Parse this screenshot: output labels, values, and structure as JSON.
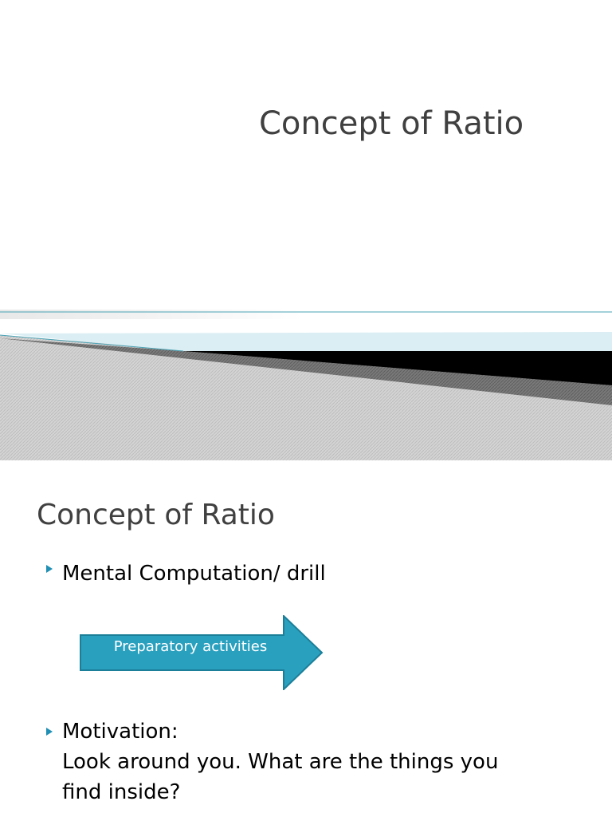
{
  "slide1": {
    "title": "Concept of Ratio",
    "colors": {
      "accent_line": "#4aa3b5",
      "light_band": "#dbeef3",
      "dark_band": "#000000",
      "texture": "#c9c9c9"
    }
  },
  "slide2": {
    "title": "Concept of Ratio",
    "bullets": [
      {
        "text": "Mental Computation/ drill"
      },
      {
        "lines": [
          "Motivation:",
          "Look around you. What are the things you",
          "find inside?"
        ]
      }
    ],
    "arrow": {
      "label": "Preparatory activities",
      "fill": "#2aa0bf",
      "stroke": "#1b7f99"
    },
    "bullet_color": "#1f8fb3",
    "icons": [
      "triangle-bullet-icon",
      "arrow-right-shape"
    ]
  }
}
